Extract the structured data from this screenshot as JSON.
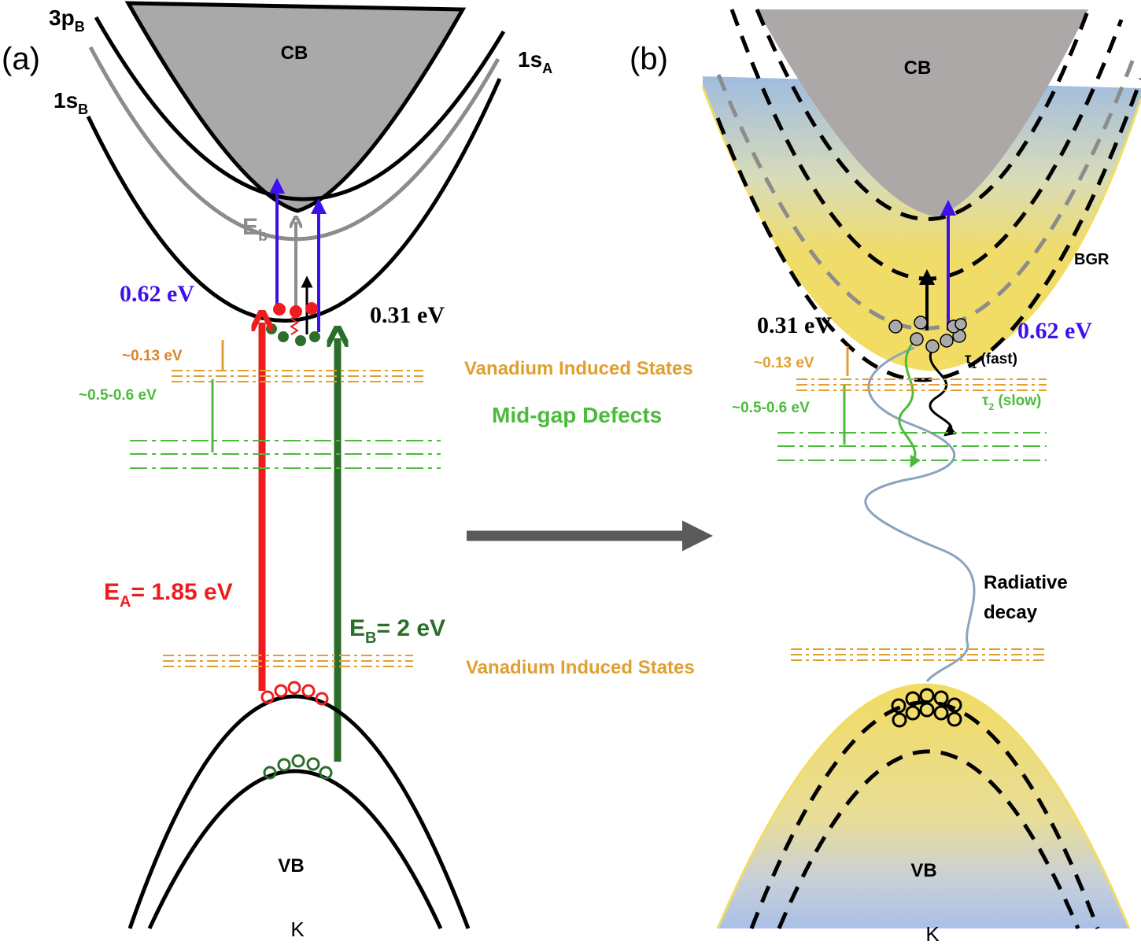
{
  "panel_a": {
    "label": "(a)",
    "cb_label": "CB",
    "vb_label": "VB",
    "k_label": "K",
    "level_3pB": {
      "main": "3p",
      "sub": "B"
    },
    "level_1sB": {
      "main": "1s",
      "sub": "B"
    },
    "level_1sA": {
      "main": "1s",
      "sub": "A"
    },
    "eb": {
      "main": "E",
      "sub": "b"
    },
    "energy_062": "0.62 eV",
    "energy_031": "0.31 eV",
    "energy_013": "~0.13 eV",
    "energy_056": "~0.5-0.6 eV",
    "ea": {
      "main": "E",
      "sub": "A",
      "rest": "= 1.85 eV"
    },
    "ebb": {
      "main": "E",
      "sub": "B",
      "rest": "= 2 eV"
    },
    "vanadium_top": "Vanadium Induced  States",
    "midgap": "Mid-gap Defects",
    "vanadium_bottom": "Vanadium Induced  States"
  },
  "panel_b": {
    "label": "(b)",
    "cb_label": "CB",
    "vb_label": "VB",
    "k_label": "K",
    "bgr": "BGR",
    "energy_031": "0.31 eV",
    "energy_062": "0.62 eV",
    "energy_013": "~0.13 eV",
    "energy_056": "~0.5-0.6  eV",
    "tau1": {
      "main": "τ",
      "sub": "1",
      "rest": " (fast)"
    },
    "tau2": {
      "main": "τ",
      "sub": "2",
      "rest": " (slow)"
    },
    "radiative": [
      "Radiative",
      "decay"
    ]
  },
  "colors": {
    "red": "#ee1c1c",
    "dark_green": "#2b6e2b",
    "blue_violet": "#3f10ee",
    "orange": "#e0a030",
    "orange_label": "#d9822b",
    "light_green": "#4cbb3c",
    "gray": "#8c8c8c",
    "cb_fill": "#a9a9a9",
    "wave": "#8ba3c0",
    "arrow_gray": "#5a5a5a"
  }
}
